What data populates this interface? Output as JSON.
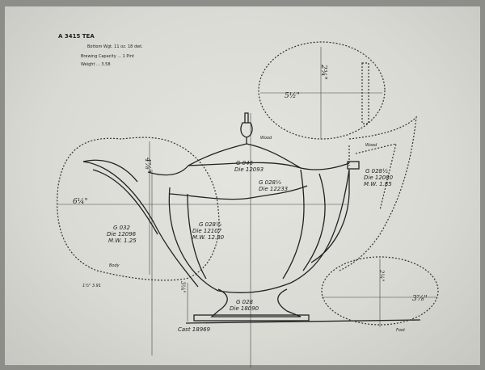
{
  "header": {
    "title": "A 3415 TEA",
    "line1": "Bottom Wgt. 11 oz. 18 dwt.",
    "line2": "Brewing Capacity ... 1 Pint",
    "line3": "Weight ... 3.58"
  },
  "dimensions": {
    "handle_width": "6¼\"",
    "handle_height": "4⅞\"",
    "lid_width": "5½\"",
    "lid_height": "2¾\"",
    "base_height": "3⅛\"",
    "foot_width": "3⅞\"",
    "foot_height": "2¼\""
  },
  "parts": {
    "spout": [
      "G 032",
      "Die 12096",
      "M.W. 1.25"
    ],
    "body": [
      "G 028½",
      "Die 12107",
      "M.W. 12.80"
    ],
    "lid": [
      "G 046",
      "Die 12093"
    ],
    "shoulder": [
      "G 028½",
      "Die 12233"
    ],
    "handle": [
      "G 028½",
      "Die 12080",
      "M.W. 1.85"
    ],
    "foot": [
      "G 028",
      "Die 18090"
    ],
    "cast": "Cast 18969",
    "wood_top": "Wood",
    "wood_finial": "Wood",
    "body_tag": "Body",
    "foot_tag": "Foot",
    "side_mark": "1½\" 3.91"
  }
}
